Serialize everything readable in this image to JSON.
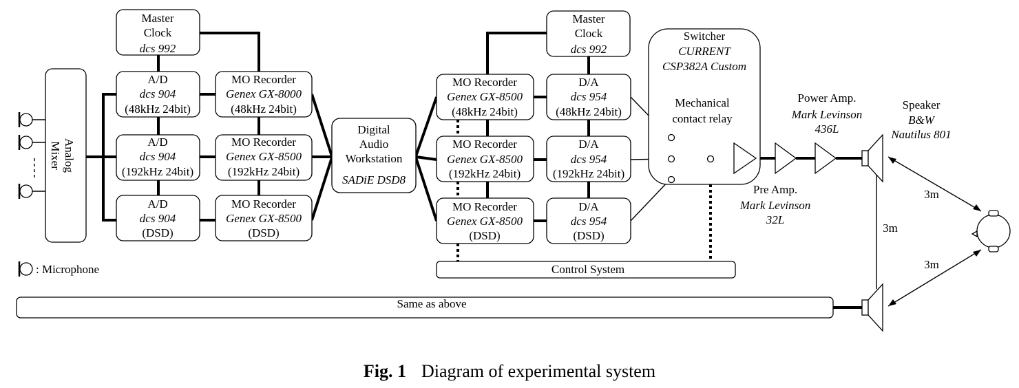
{
  "caption": {
    "label": "Fig. 1",
    "text": "Diagram of experimental system"
  },
  "mixer": {
    "label": "Analog\nMixer"
  },
  "legend": {
    "text": ": Microphone"
  },
  "rec_master_clock": {
    "title": "Master\nClock",
    "model": "dcs 992"
  },
  "ad": [
    {
      "title": "A/D",
      "model": "dcs 904",
      "spec": "(48kHz 24bit)"
    },
    {
      "title": "A/D",
      "model": "dcs 904",
      "spec": "(192kHz 24bit)"
    },
    {
      "title": "A/D",
      "model": "dcs 904",
      "spec": "(DSD)"
    }
  ],
  "mo_rec": [
    {
      "title": "MO Recorder",
      "model": "Genex GX-8000",
      "spec": "(48kHz 24bit)"
    },
    {
      "title": "MO Recorder",
      "model": "Genex GX-8500",
      "spec": "(192kHz 24bit)"
    },
    {
      "title": "MO Recorder",
      "model": "Genex GX-8500",
      "spec": "(DSD)"
    }
  ],
  "daw": {
    "title": "Digital\nAudio\nWorkstation",
    "model": "SADiE DSD8"
  },
  "mo_play": [
    {
      "title": "MO Recorder",
      "model": "Genex GX-8500",
      "spec": "(48kHz 24bit)"
    },
    {
      "title": "MO Recorder",
      "model": "Genex GX-8500",
      "spec": "(192kHz 24bit)"
    },
    {
      "title": "MO Recorder",
      "model": "Genex GX-8500",
      "spec": "(DSD)"
    }
  ],
  "play_master_clock": {
    "title": "Master\nClock",
    "model": "dcs 992"
  },
  "da": [
    {
      "title": "D/A",
      "model": "dcs 954",
      "spec": "(48kHz 24bit)"
    },
    {
      "title": "D/A",
      "model": "dcs 954",
      "spec": "(192kHz 24bit)"
    },
    {
      "title": "D/A",
      "model": "dcs 954",
      "spec": "(DSD)"
    }
  ],
  "switcher": {
    "title": "Switcher",
    "model": "CURRENT\nCSP382A Custom",
    "relay": "Mechanical\ncontact relay"
  },
  "control_system": {
    "label": "Control System"
  },
  "power_amp": {
    "title": "Power Amp.",
    "model": "Mark Levinson\n436L"
  },
  "pre_amp": {
    "title": "Pre Amp.",
    "model": "Mark Levinson\n32L"
  },
  "speaker": {
    "title": "Speaker",
    "model": "B&W\nNautilus 801"
  },
  "distances": {
    "top": "3m",
    "bottom": "3m",
    "vertical": "3m"
  },
  "same_as_above": {
    "label": "Same as above"
  }
}
